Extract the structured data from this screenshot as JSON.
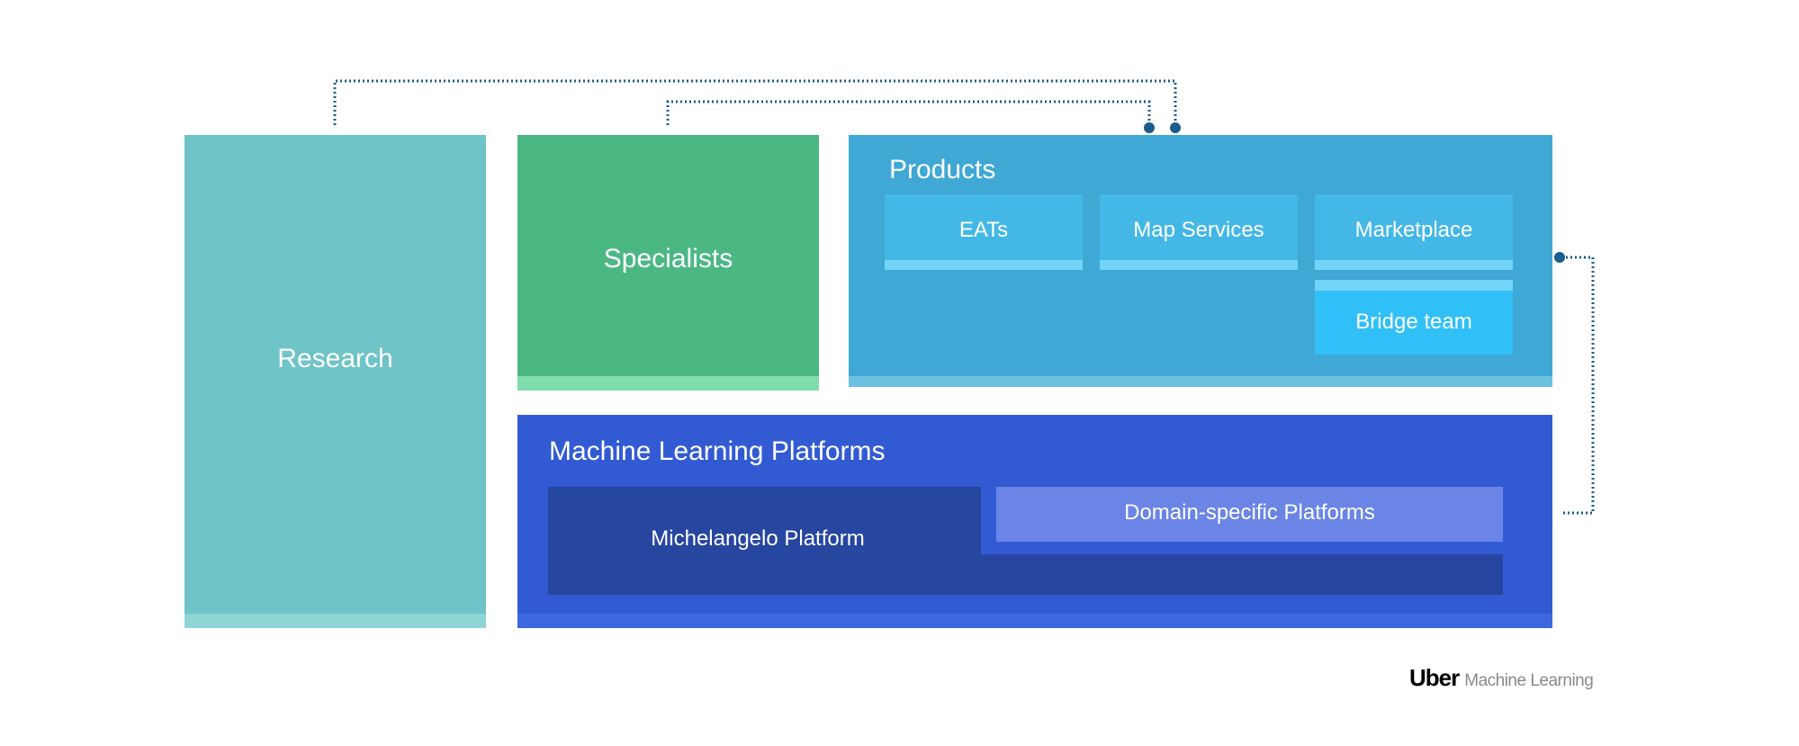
{
  "colors": {
    "research": "#6ec4c6",
    "research_strip": "#8fd5d6",
    "specialists": "#4bb884",
    "specialists_strip": "#7fdcac",
    "products": "#3fa8d4",
    "products_strip": "#6dc0e0",
    "product_card": "#43b8e6",
    "product_card_strip": "#74d4f7",
    "bridge_card": "#30c0f7",
    "ml_platforms": "#325bd3",
    "ml_strip": "#3d67de",
    "michelangelo": "#2746a0",
    "domain": "#6a85e6",
    "connector": "#1b5c8f"
  },
  "research": {
    "label": "Research"
  },
  "specialists": {
    "label": "Specialists"
  },
  "products": {
    "title": "Products",
    "teams": [
      "EATs",
      "Map Services",
      "Marketplace"
    ],
    "bridge": "Bridge team"
  },
  "ml_platforms": {
    "title": "Machine Learning Platforms",
    "michelangelo": "Michelangelo Platform",
    "domain_specific": "Domain-specific Platforms"
  },
  "footer": {
    "brand": "Uber",
    "tagline": "Machine Learning"
  }
}
